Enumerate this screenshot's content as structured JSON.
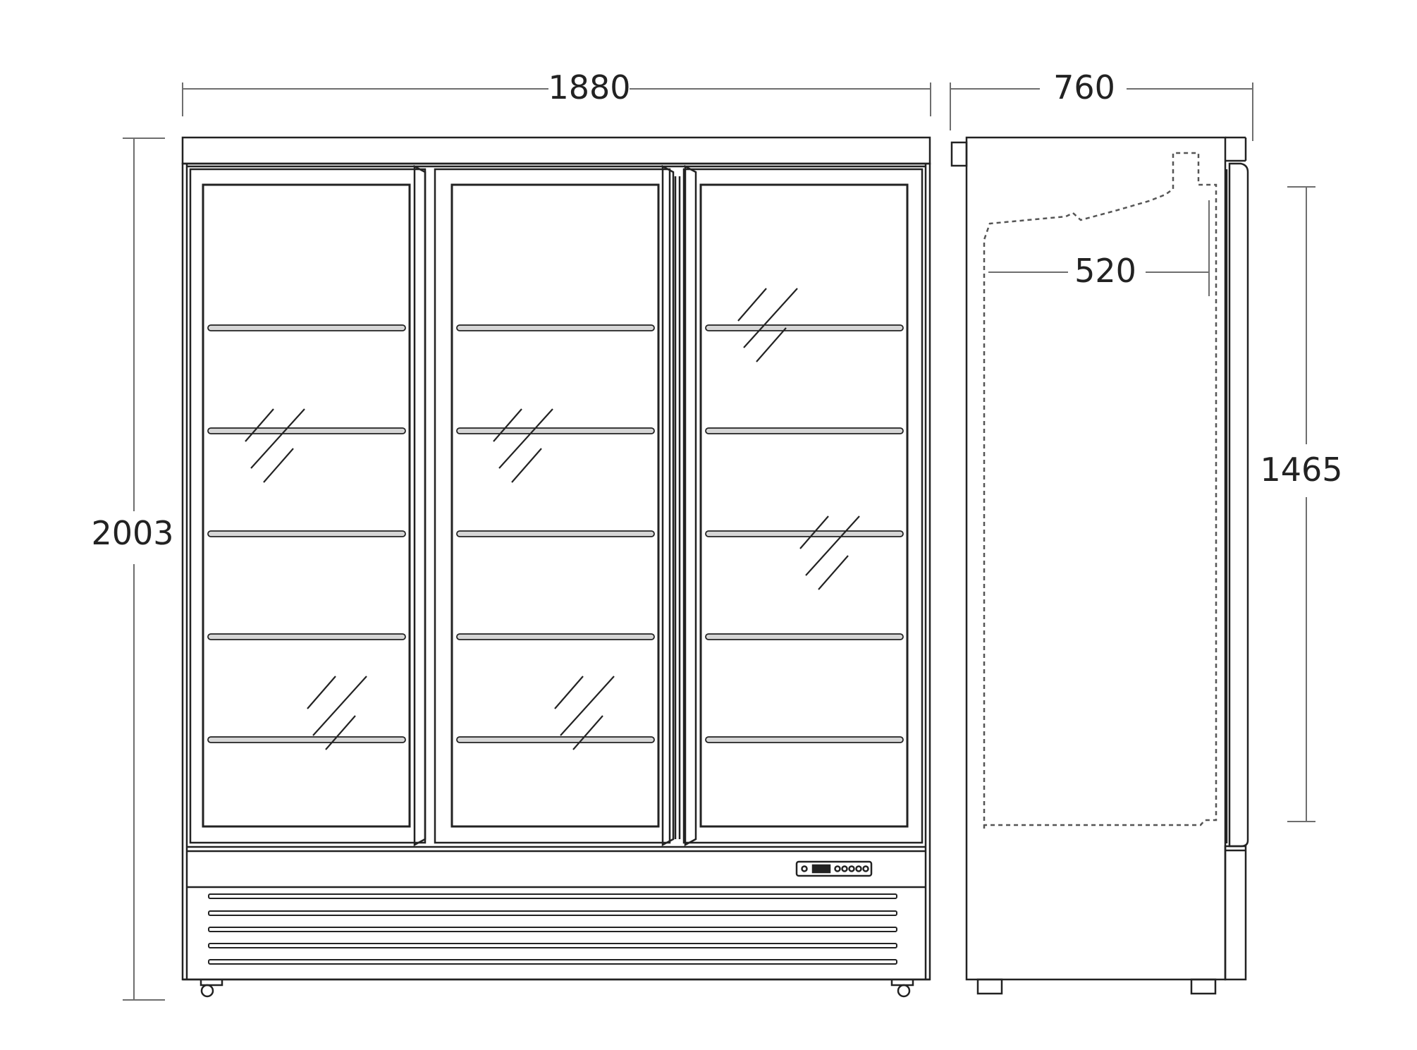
{
  "dimensions": {
    "width": "1880",
    "depth": "760",
    "height": "2003",
    "interior_depth": "520",
    "interior_height": "1465"
  },
  "front_view": {
    "doors": 3,
    "shelves_per_door": 5
  },
  "colors": {
    "line": "#222222",
    "dim_line": "#6e6e6e",
    "shelf": "#d6d6d6"
  }
}
